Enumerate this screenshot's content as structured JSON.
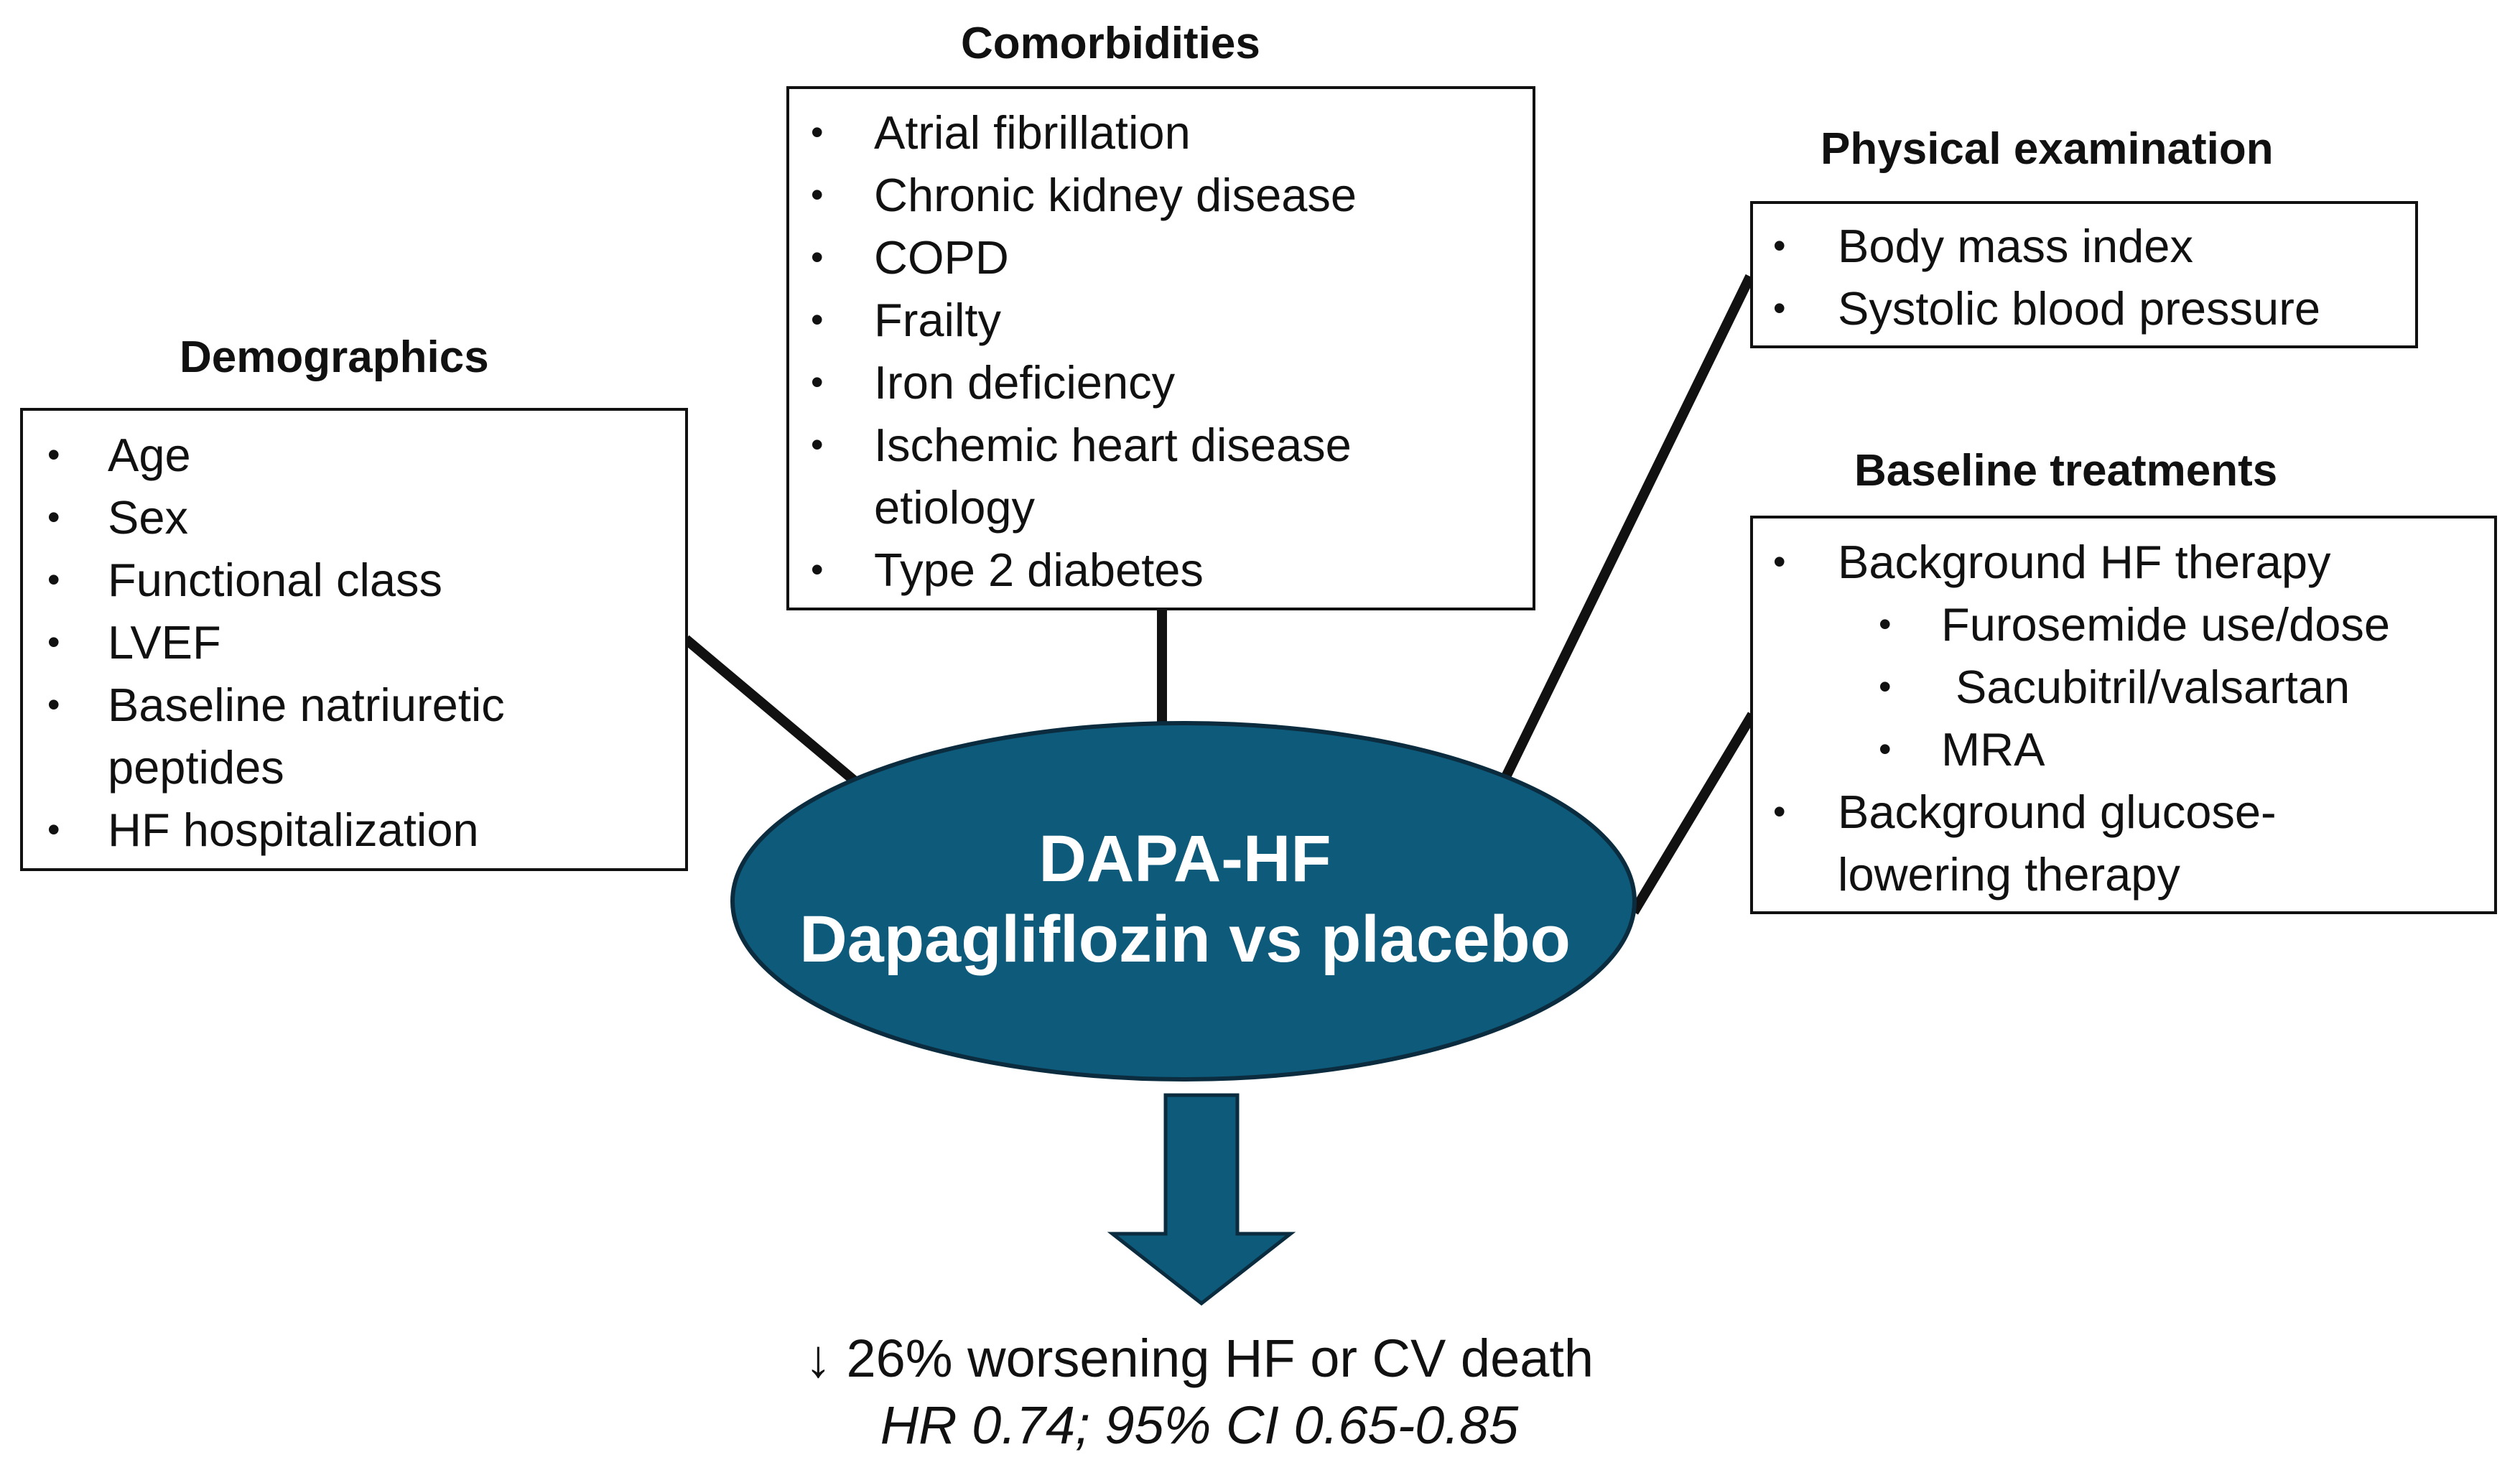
{
  "colors": {
    "ellipse_fill": "#0e5a7a",
    "arrow_fill": "#0e5a7a",
    "line": "#111111"
  },
  "demographics": {
    "title": "Demographics",
    "items": [
      "Age",
      "Sex",
      "Functional class",
      "LVEF",
      "Baseline natriuretic",
      "peptides",
      "HF hospitalization"
    ]
  },
  "comorbidities": {
    "title": "Comorbidities",
    "items": [
      "Atrial fibrillation",
      "Chronic kidney disease",
      "COPD",
      "Frailty",
      "Iron deficiency",
      "Ischemic heart disease",
      "etiology",
      "Type 2 diabetes"
    ]
  },
  "physical_examination": {
    "title": "Physical examination",
    "items": [
      "Body mass index",
      "Systolic blood pressure"
    ]
  },
  "baseline_treatments": {
    "title": "Baseline treatments",
    "items": [
      "Background HF therapy",
      "Furosemide use/dose",
      "Sacubitril/valsartan",
      "MRA",
      "Background glucose-",
      "lowering therapy"
    ]
  },
  "center": {
    "line1": "DAPA-HF",
    "line2": "Dapagliflozin vs placebo"
  },
  "outcome": {
    "main": "↓ 26% worsening HF or CV death",
    "stats": "HR 0.74; 95% CI 0.65-0.85"
  }
}
